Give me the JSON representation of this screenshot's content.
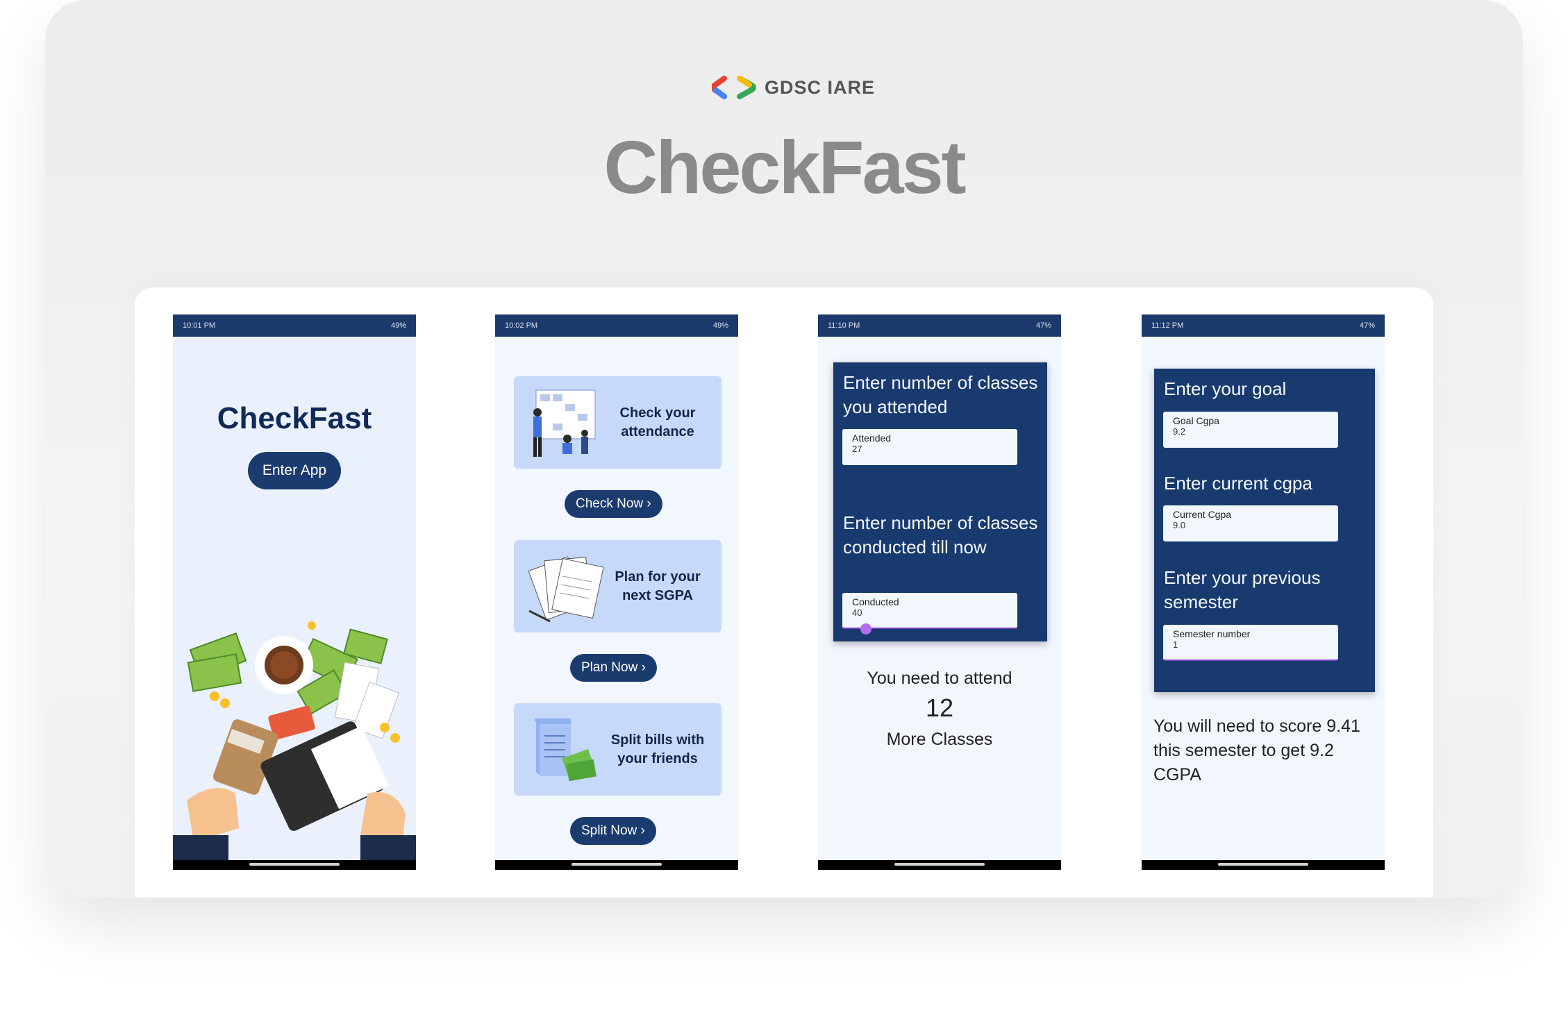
{
  "brand": {
    "name": "GDSC IARE"
  },
  "hero": {
    "title": "CheckFast"
  },
  "colors": {
    "primary": "#1a3b6d",
    "card": "#c7d9fb",
    "accent_field": "#7b3fc4"
  },
  "screen1": {
    "status_time": "10:01 PM",
    "status_battery": "49%",
    "title": "CheckFast",
    "enter_label": "Enter App",
    "illustration": "finance-desk-illustration"
  },
  "screen2": {
    "status_time": "10:02 PM",
    "status_battery": "49%",
    "features": [
      {
        "text": "Check your attendance",
        "button": "Check Now ›",
        "icon": "attendance-illustration"
      },
      {
        "text": "Plan for your next SGPA",
        "button": "Plan Now ›",
        "icon": "documents-illustration"
      },
      {
        "text": "Split bills with your friends",
        "button": "Split Now ›",
        "icon": "bill-illustration"
      }
    ]
  },
  "screen3": {
    "status_time": "11:10 PM",
    "status_battery": "47%",
    "attended_prompt": "Enter number of classes you attended",
    "attended_label": "Attended",
    "attended_value": "27",
    "conducted_prompt": "Enter number of classes conducted till now",
    "conducted_label": "Conducted",
    "conducted_value": "40",
    "result_line1": "You need to attend",
    "result_number": "12",
    "result_line2": "More Classes"
  },
  "screen4": {
    "status_time": "11:12 PM",
    "status_battery": "47%",
    "goal_prompt": "Enter your goal",
    "goal_label": "Goal Cgpa",
    "goal_value": "9.2",
    "current_prompt": "Enter current cgpa",
    "current_label": "Current Cgpa",
    "current_value": "9.0",
    "semester_prompt": "Enter your previous semester",
    "semester_label": "Semester number",
    "semester_value": "1",
    "result": "You will need to score 9.41 this semester to get 9.2 CGPA"
  }
}
